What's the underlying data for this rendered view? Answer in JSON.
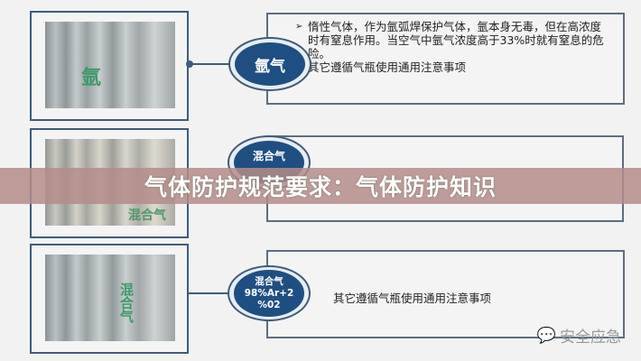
{
  "rows": [
    {
      "label": "氩气",
      "bullets": [
        "惰性气体，作为氩弧焊保护气体，氩本身无毒，但在高浓度时有窒息作用。当空气中氩气浓度高于33%时就有窒息的危险。",
        "其它遵循气瓶使用通用注意事项"
      ],
      "cylinder_text": "氩"
    },
    {
      "label": "混合气",
      "cylinder_text": "混合气"
    },
    {
      "label_lines": [
        "混合气",
        "98%Ar+2",
        "%02"
      ],
      "text": "其它遵循气瓶使用通用注意事项",
      "cylinder_text": "混合气"
    }
  ],
  "banner": "气体防护规范要求：气体防护知识",
  "watermark": "安全应急"
}
